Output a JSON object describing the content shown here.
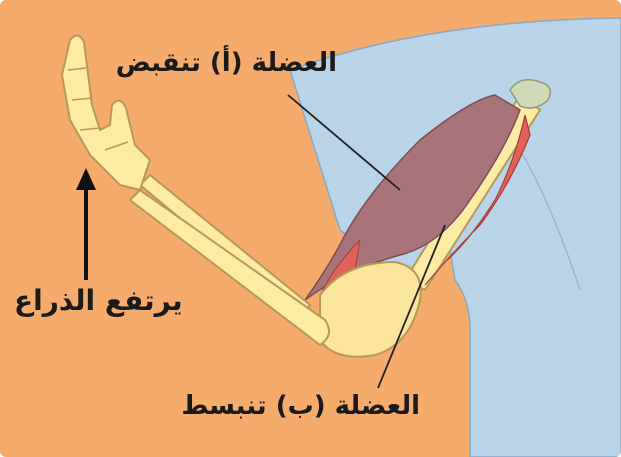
{
  "labels": {
    "muscle_a": "العضلة (أ) تنقبض",
    "muscle_b": "العضلة (ب) تنبسط",
    "forearm_raise": "يرتفع الذراع"
  },
  "colors": {
    "background": "#f4ab6c",
    "body": "#b9d3e8",
    "bone": "#fdeaa3",
    "bone_outline": "#b59a5b",
    "muscle_a": "#a97479",
    "muscle_b": "#e06258",
    "joint": "#fbe49b"
  }
}
